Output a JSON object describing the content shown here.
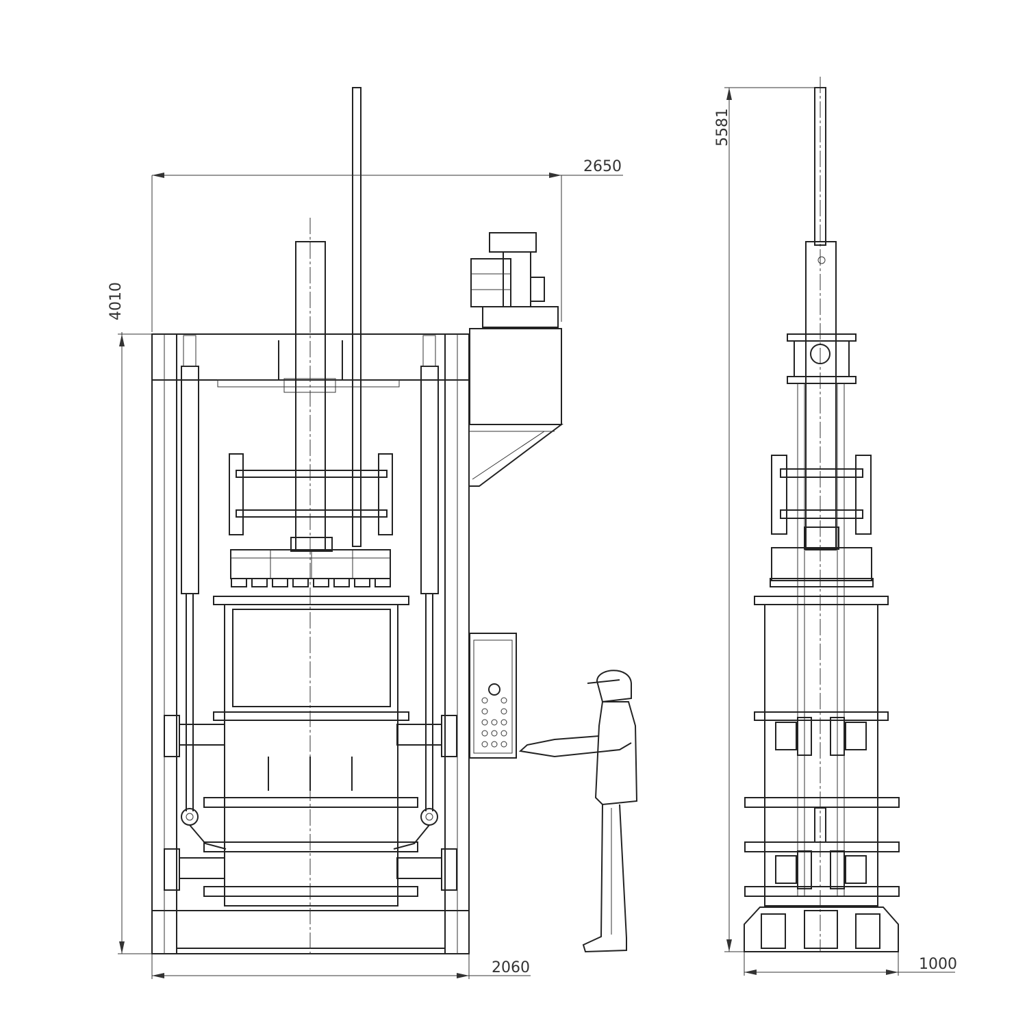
{
  "dimensions": {
    "front_width_top": "2650",
    "front_height": "4010",
    "front_width_base": "2060",
    "side_height": "5581",
    "side_width_base": "1000"
  }
}
